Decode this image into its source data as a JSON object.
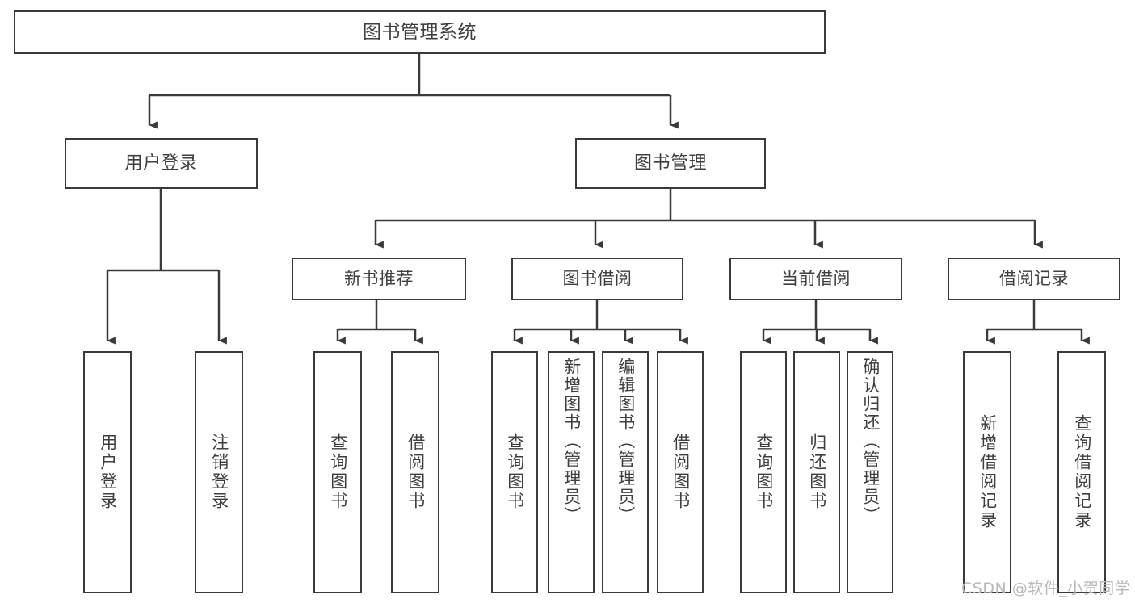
{
  "diagram": {
    "title": "图书管理系统",
    "type": "functional-decomposition-tree",
    "colors": {
      "line": "#3a3a3a",
      "box_border": "#3a3a3a",
      "box_fill": "#ffffff",
      "text": "#3f3f3f",
      "watermark": "#b9b9b9",
      "background": "#ffffff"
    },
    "root": {
      "label": "图书管理系统"
    },
    "level2": [
      {
        "label": "用户登录"
      },
      {
        "label": "图书管理"
      }
    ],
    "level3": [
      {
        "label": "新书推荐"
      },
      {
        "label": "图书借阅"
      },
      {
        "label": "当前借阅"
      },
      {
        "label": "借阅记录"
      }
    ],
    "leaves": {
      "user_login": [
        {
          "label": "用户登录"
        },
        {
          "label": "注销登录"
        }
      ],
      "new_book_recommend": [
        {
          "label": "查询图书"
        },
        {
          "label": "借阅图书"
        }
      ],
      "book_borrow": [
        {
          "label": "查询图书"
        },
        {
          "label": "新增图书（管理员）"
        },
        {
          "label": "编辑图书（管理员）"
        },
        {
          "label": "借阅图书"
        }
      ],
      "current_borrow": [
        {
          "label": "查询图书"
        },
        {
          "label": "归还图书"
        },
        {
          "label": "确认归还（管理员）"
        }
      ],
      "borrow_record": [
        {
          "label": "新增借阅记录"
        },
        {
          "label": "查询借阅记录"
        }
      ]
    }
  },
  "watermark": {
    "text": "CSDN @软件_小贺同学"
  }
}
